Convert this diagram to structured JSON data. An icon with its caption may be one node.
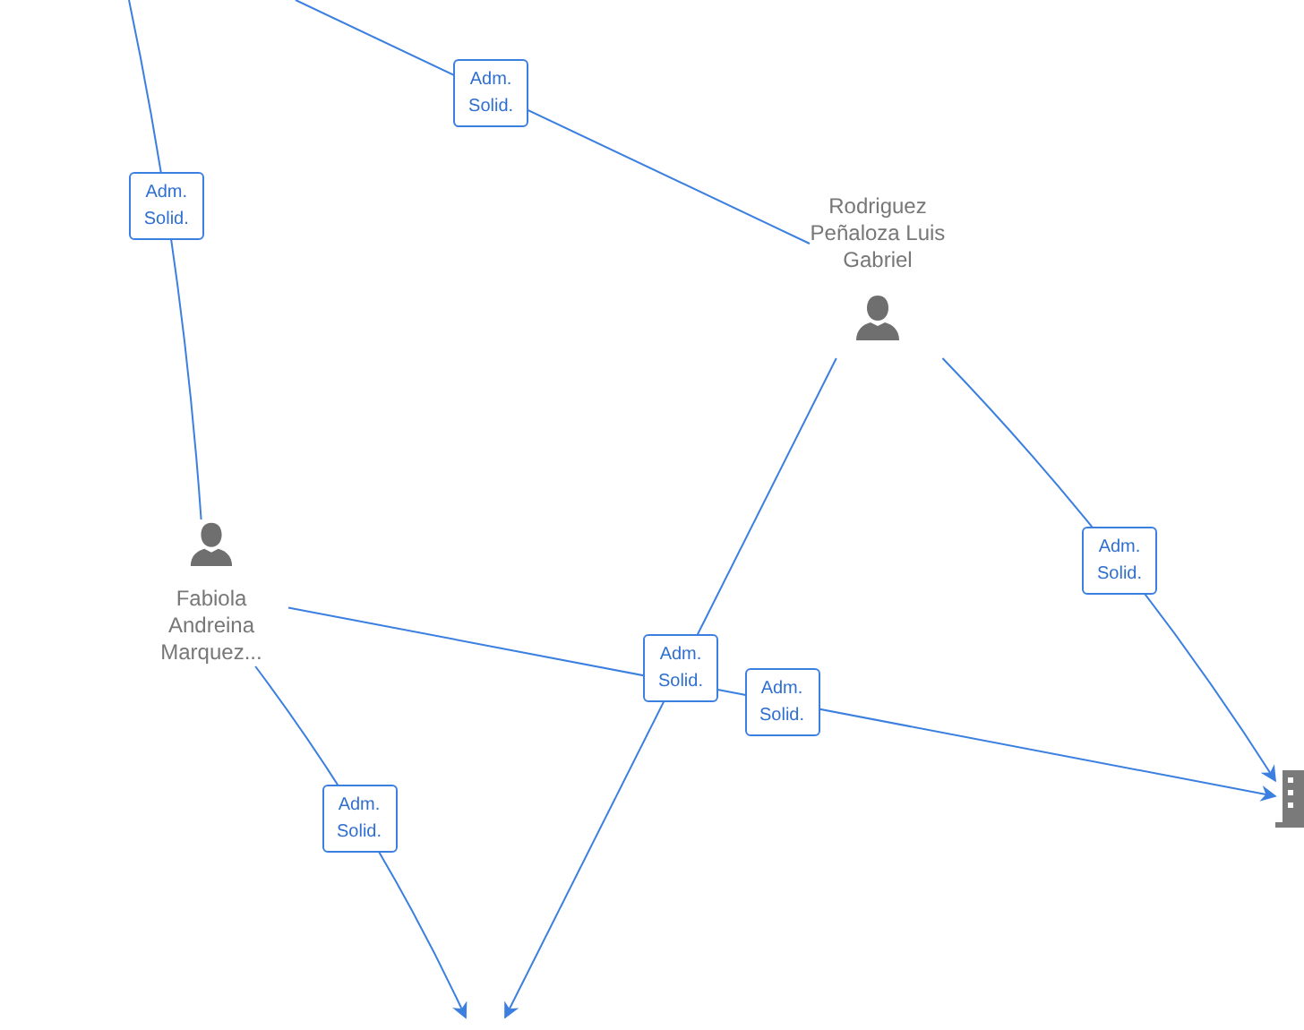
{
  "diagram": {
    "nodes": [
      {
        "text": [
          "Rodriguez Peñaloza Luis Gabriel"
        ]
      },
      {
        "text": [
          "Fabiola Andreina Marquez..."
        ]
      },
      {
        "text": [],
        "shape": "building"
      }
    ],
    "edges": [
      {
        "from": 1,
        "to": null,
        "arrow": "none",
        "label": "Adm. Solid."
      },
      {
        "from": 0,
        "to": null,
        "arrow": "none",
        "label": "Adm. Solid."
      },
      {
        "from": 0,
        "to": 2,
        "arrow": "to",
        "label": "Adm. Solid."
      },
      {
        "from": 0,
        "to": null,
        "arrow": "to",
        "label": "Adm. Solid."
      },
      {
        "from": 1,
        "to": 2,
        "arrow": "to",
        "label": "Adm. Solid."
      },
      {
        "from": 1,
        "to": null,
        "arrow": "to",
        "label": "Adm. Solid."
      }
    ]
  }
}
